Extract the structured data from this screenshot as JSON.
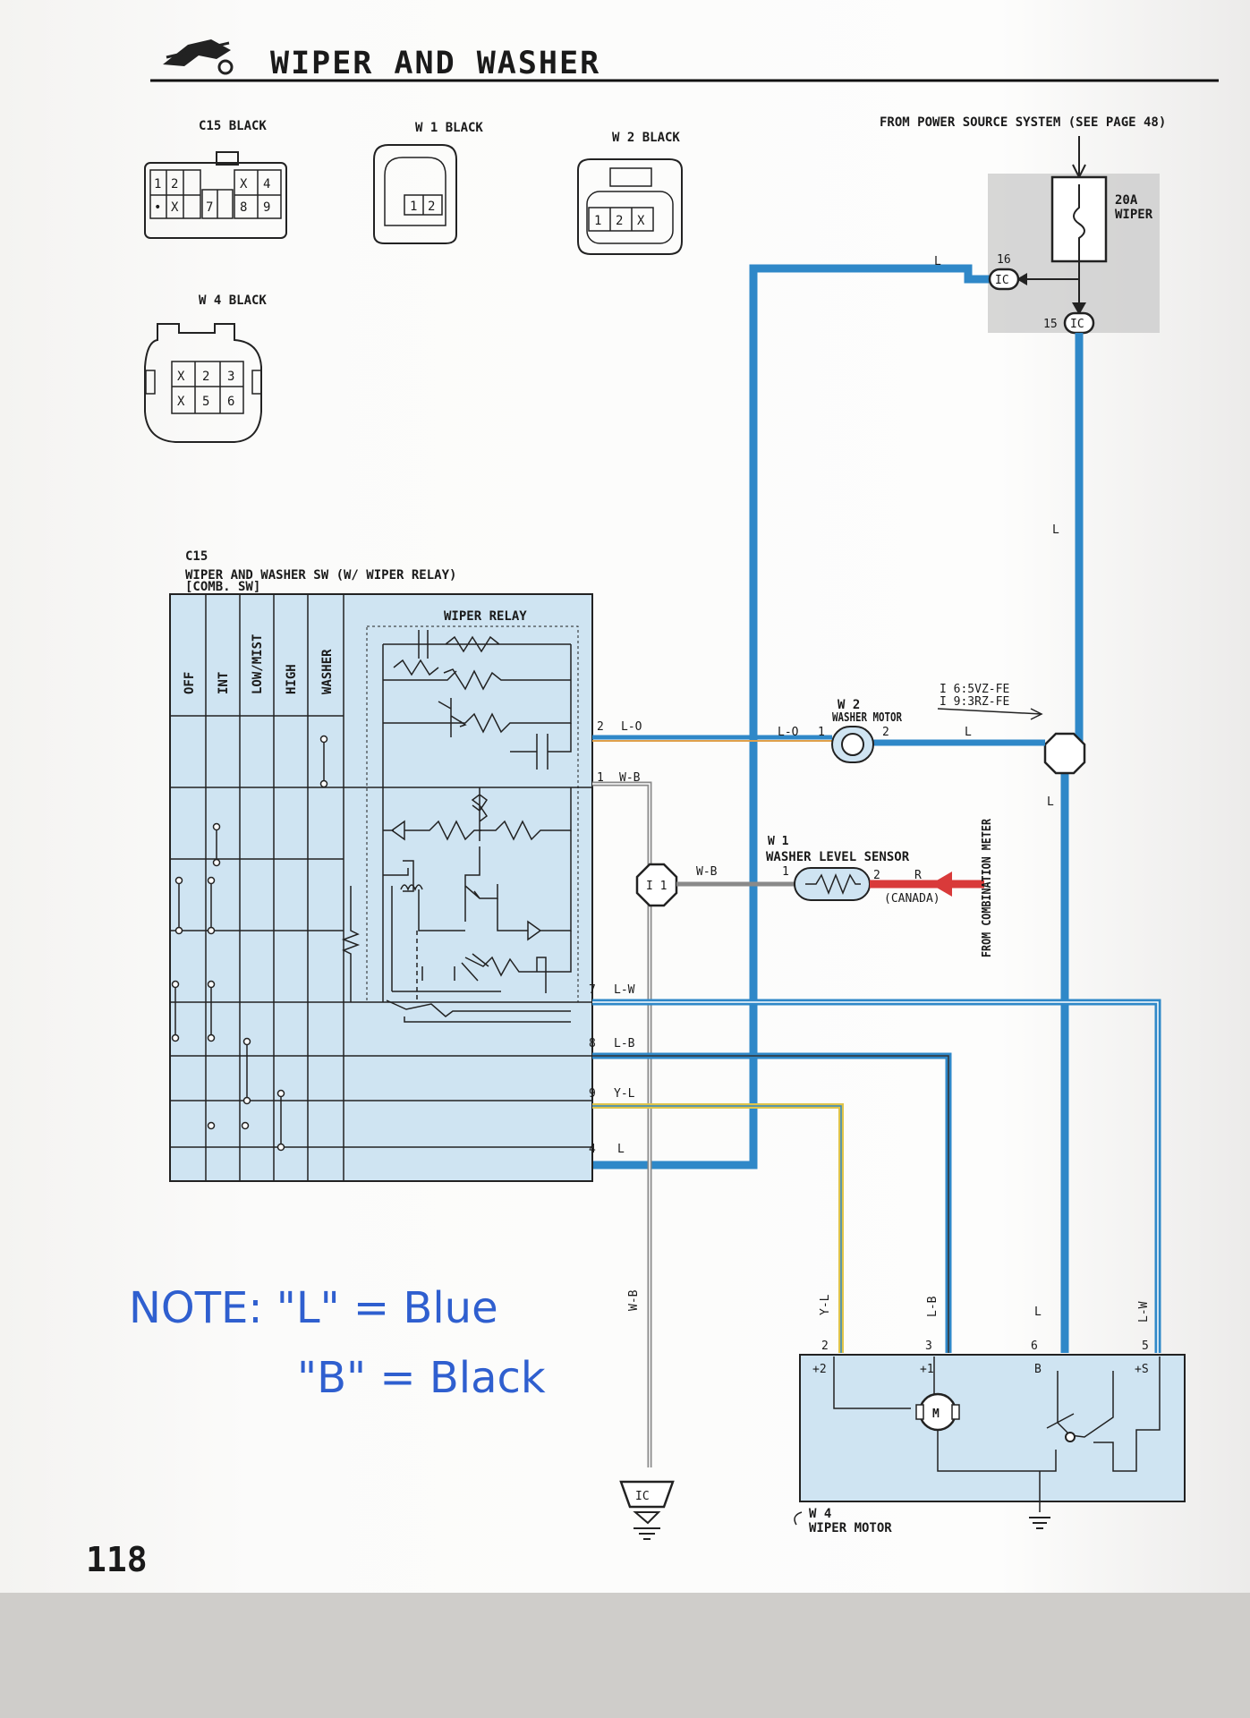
{
  "page": {
    "title": "WIPER AND WASHER",
    "page_number": "118",
    "power_source_note": "FROM POWER SOURCE SYSTEM (SEE PAGE 48)"
  },
  "connectors": [
    {
      "id": "C15",
      "label": "C15 BLACK",
      "pins": [
        "1",
        "2",
        "X",
        "4",
        "•",
        "X",
        "7",
        "8",
        "9"
      ]
    },
    {
      "id": "W1",
      "label": "W 1 BLACK",
      "pins": [
        "1",
        "2"
      ]
    },
    {
      "id": "W2",
      "label": "W 2 BLACK",
      "pins": [
        "1",
        "2",
        "X"
      ]
    },
    {
      "id": "W4",
      "label": "W 4 BLACK",
      "pins": [
        "X",
        "2",
        "3",
        "X",
        "5",
        "6"
      ]
    }
  ],
  "fuse": {
    "rating": "20A",
    "name": "WIPER"
  },
  "junctions": {
    "j16": "16",
    "j15": "15",
    "ic": "IC",
    "i1": "I 1"
  },
  "switch_block": {
    "ref": "C15",
    "title": "WIPER AND WASHER SW (W/ WIPER RELAY)",
    "subtitle": "[COMB. SW]",
    "columns": [
      "OFF",
      "INT",
      "LOW/MIST",
      "HIGH",
      "WASHER"
    ],
    "relay_label": "WIPER RELAY"
  },
  "wires": [
    {
      "pin": "2",
      "color_code": "L-O"
    },
    {
      "pin": "1",
      "color_code": "W-B"
    },
    {
      "pin": "7",
      "color_code": "L-W"
    },
    {
      "pin": "8",
      "color_code": "L-B"
    },
    {
      "pin": "9",
      "color_code": "Y-L"
    },
    {
      "pin": "4",
      "color_code": "L"
    }
  ],
  "washer_motor": {
    "ref": "W 2",
    "label": "WASHER MOTOR",
    "wire_in": "L-O",
    "pin1": "1",
    "pin2": "2",
    "wire_out": "L"
  },
  "level_sensor": {
    "ref": "W 1",
    "label": "WASHER LEVEL SENSOR",
    "wire_left": "W-B",
    "pin1": "1",
    "pin2": "2",
    "wire_right": "R",
    "note": "(CANADA)",
    "from_label": "FROM COMBINATION METER"
  },
  "splice_note": {
    "line1": "I 6:5VZ-FE",
    "line2": "I 9:3RZ-FE"
  },
  "wire_labels": {
    "top_l": "L",
    "right_l": "L",
    "mid_l": "L",
    "lower_l": "L",
    "wb_vert": "W-B",
    "yl_vert": "Y-L",
    "lb_vert": "L-B",
    "lw_vert": "L-W"
  },
  "wiper_motor": {
    "ref": "W 4",
    "label": "WIPER MOTOR",
    "terminals": [
      {
        "pin": "2",
        "name": "+2"
      },
      {
        "pin": "3",
        "name": "+1"
      },
      {
        "pin": "6",
        "name": "B"
      },
      {
        "pin": "5",
        "name": "+S"
      }
    ],
    "motor_symbol": "M"
  },
  "note": {
    "line1": "NOTE:  \"L\" = Blue",
    "line2": "\"B\" = Black"
  },
  "colors": {
    "blue_wire": "#2f88c8",
    "red_wire": "#d93a3a",
    "yellow_wire": "#e0c44a",
    "grey_wire": "#8a8a8a",
    "tint": "#cfe4f2",
    "note": "#2f5fcf"
  }
}
